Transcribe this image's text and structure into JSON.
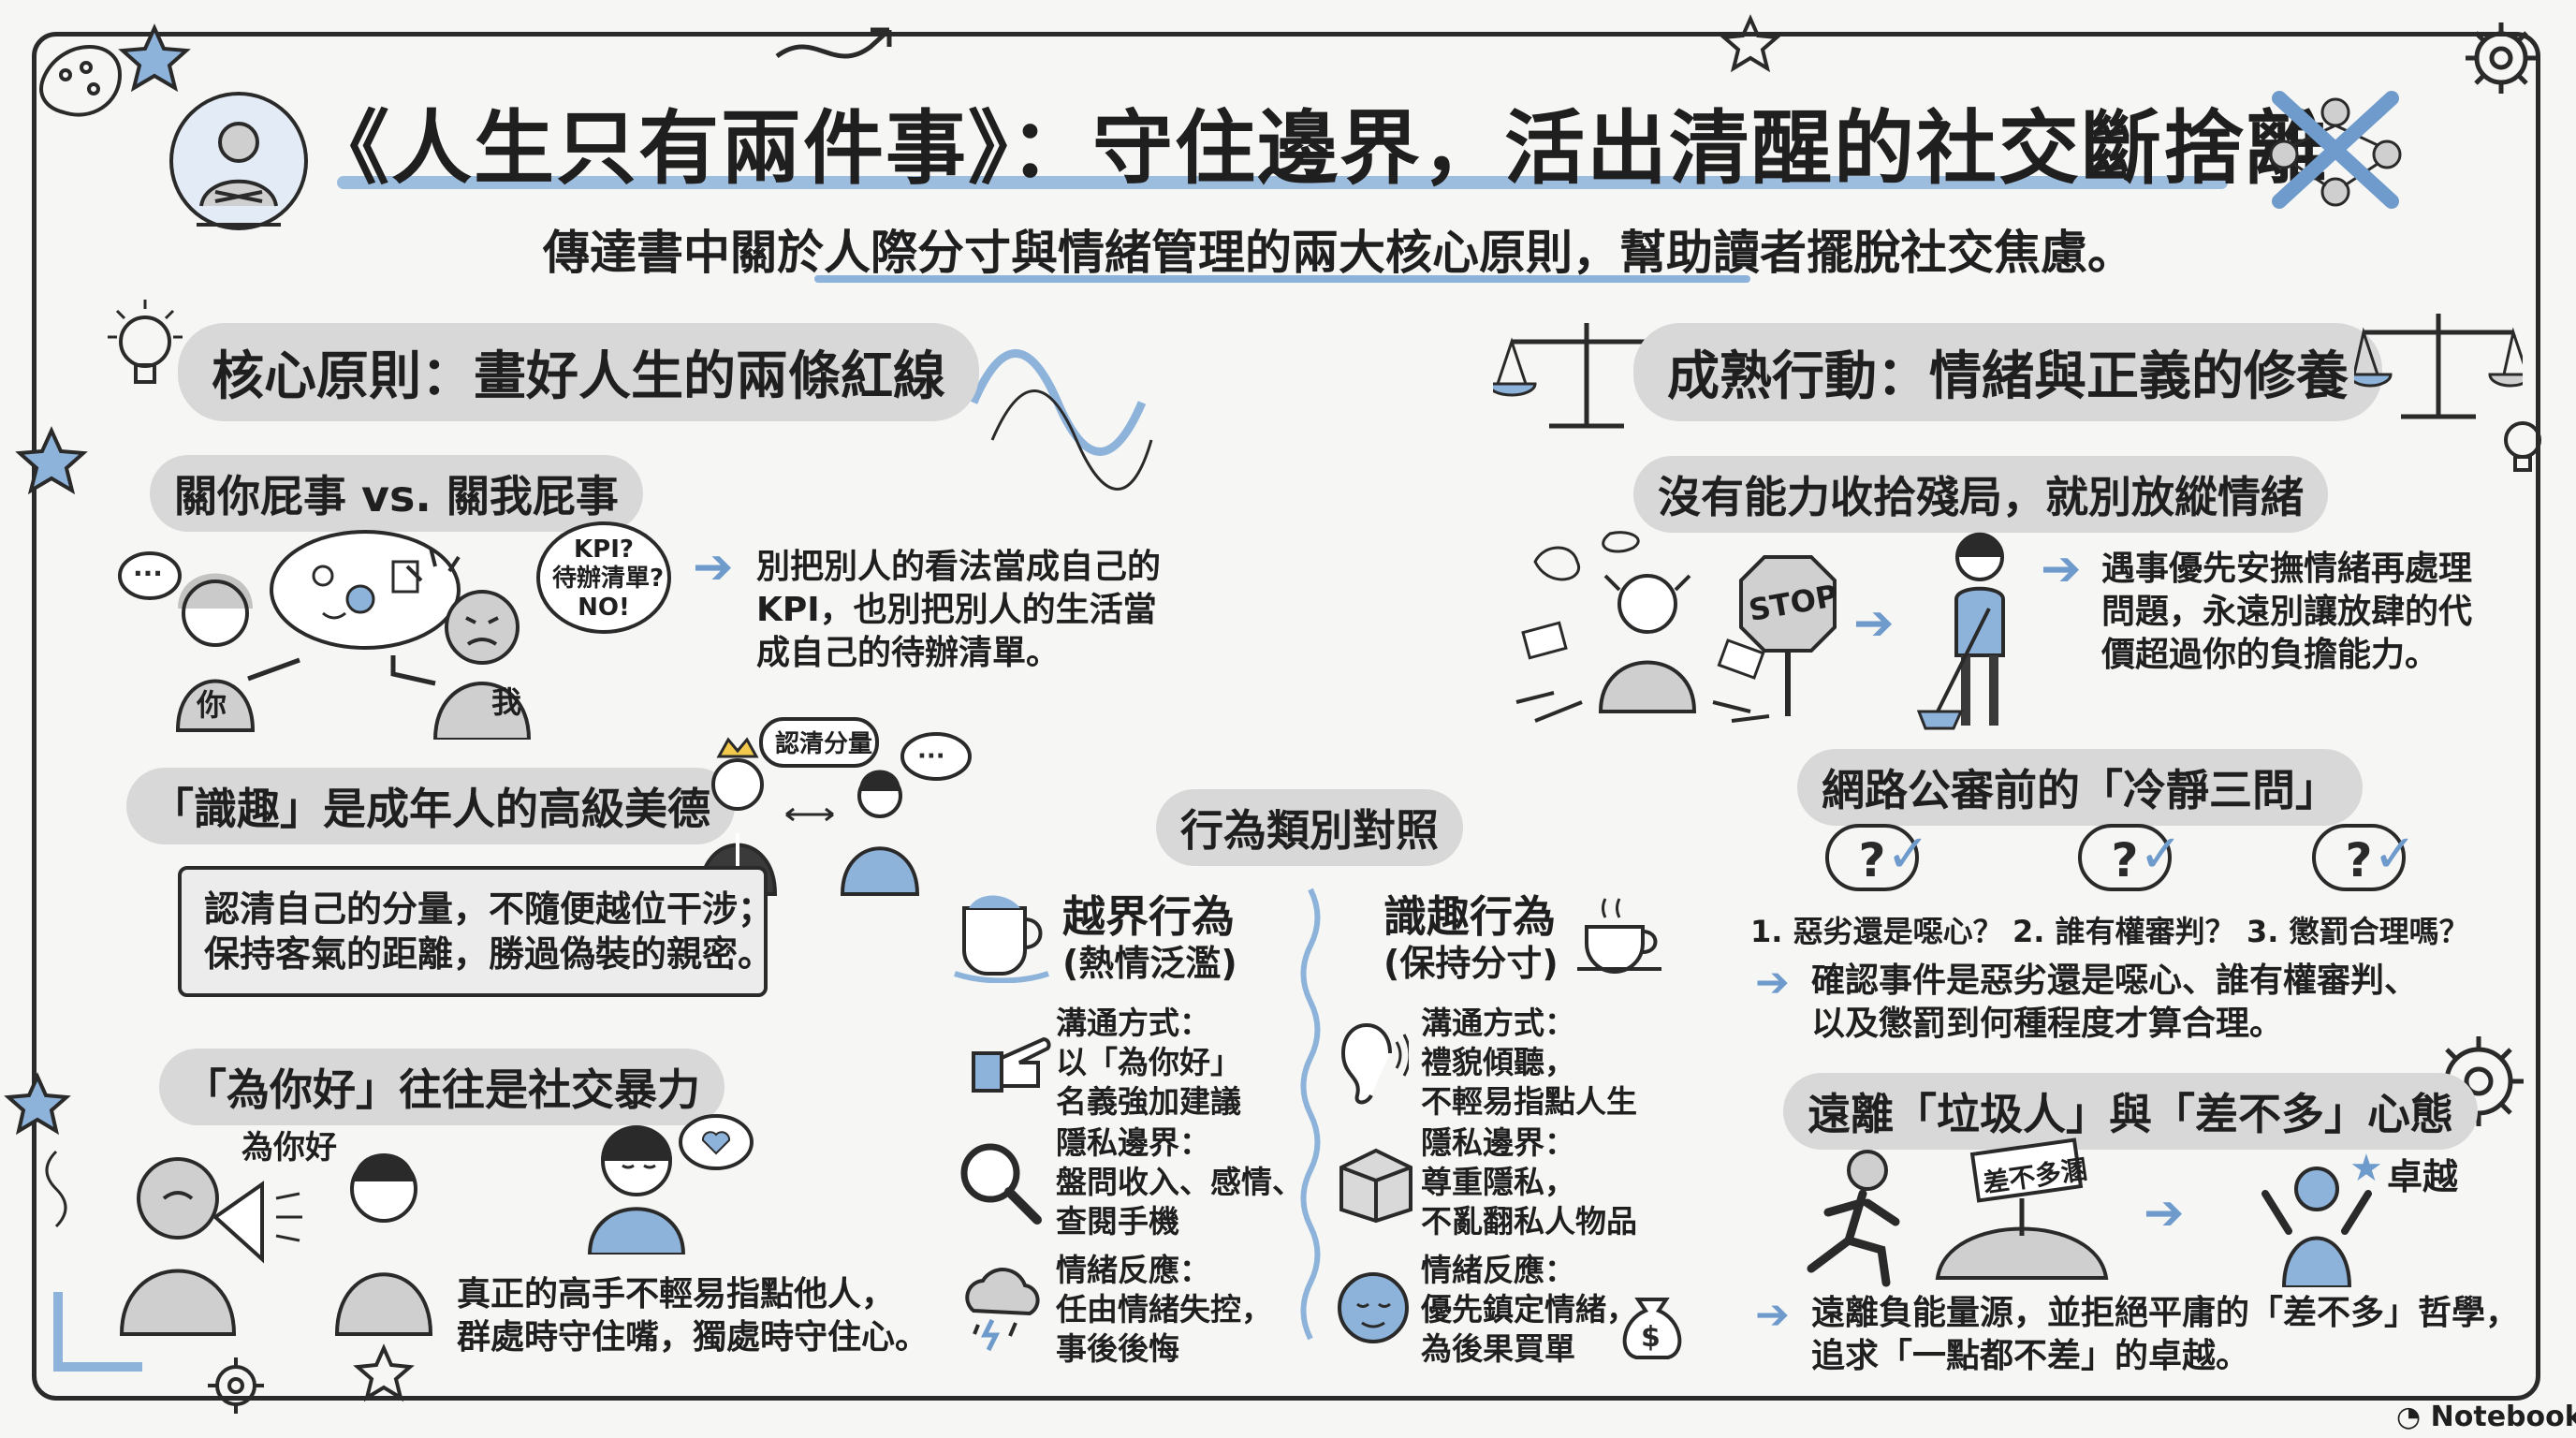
{
  "title": "《人生只有兩件事》：守住邊界，活出清醒的社交斷捨離",
  "subtitle": "傳達書中關於人際分寸與情緒管理的兩大核心原則，幫助讀者擺脫社交焦慮。",
  "colors": {
    "accent": "#6f9bcc",
    "header_pill": "#d8d8d8",
    "ink": "#2a2a2a",
    "background": "#f6f6f4"
  },
  "left": {
    "heading": "核心原則：畫好人生的兩條紅線",
    "sec1": {
      "title": "關你屁事 vs. 關我屁事",
      "speech": "KPI?\n待辦清單?\nNO!",
      "label_you": "你",
      "label_me": "我",
      "text": "別把別人的看法當成自己的\nKPI，也別把別人的生活當\n成自己的待辦清單。"
    },
    "sec2": {
      "title": "「識趣」是成年人的高級美德",
      "bubble": "認清分量",
      "banner": "認清自己的分量，不隨便越位干涉；\n保持客氣的距離，勝過偽裝的親密。"
    },
    "sec3": {
      "title": "「為你好」往往是社交暴力",
      "shout": "為你好",
      "text": "真正的高手不輕易指點他人，\n群處時守住嘴，獨處時守住心。"
    }
  },
  "middle": {
    "heading": "行為類別對照",
    "col_left": {
      "title": "越界行為",
      "subtitle": "(熱情泛濫)",
      "items": [
        {
          "icon": "pointing-hand-icon",
          "text": "溝通方式：\n以「為你好」\n名義強加建議"
        },
        {
          "icon": "magnifier-icon",
          "text": "隱私邊界：\n盤問收入、感情、\n查閱手機"
        },
        {
          "icon": "storm-cloud-icon",
          "text": "情緒反應：\n任由情緒失控，\n事後後悔"
        }
      ]
    },
    "col_right": {
      "title": "識趣行為",
      "subtitle": "(保持分寸)",
      "items": [
        {
          "icon": "ear-icon",
          "text": "溝通方式：\n禮貌傾聽，\n不輕易指點人生"
        },
        {
          "icon": "package-box-icon",
          "text": "隱私邊界：\n尊重隱私，\n不亂翻私人物品"
        },
        {
          "icon": "calm-face-icon",
          "text": "情緒反應：\n優先鎮定情緒，\n為後果買單"
        }
      ]
    }
  },
  "right": {
    "heading": "成熟行動：情緒與正義的修養",
    "sec1": {
      "title": "沒有能力收拾殘局，就別放縱情緒",
      "stop": "STOP",
      "text": "遇事優先安撫情緒再處理\n問題，永遠別讓放肆的代\n價超過你的負擔能力。"
    },
    "sec2": {
      "title": "網路公審前的「冷靜三問」",
      "questions": [
        "1. 惡劣還是噁心？",
        "2. 誰有權審判？",
        "3. 懲罰合理嗎？"
      ],
      "text": "確認事件是惡劣還是噁心、誰有權審判、\n以及懲罰到何種程度才算合理。"
    },
    "sec3": {
      "title": "遠離「垃圾人」與「差不多」心態",
      "sign": "差不多溷",
      "excellence": "卓越",
      "text": "遠離負能量源，並拒絕平庸的「差不多」哲學，\n追求「一點都不差」的卓越。"
    }
  },
  "brand": "NotebookLM"
}
